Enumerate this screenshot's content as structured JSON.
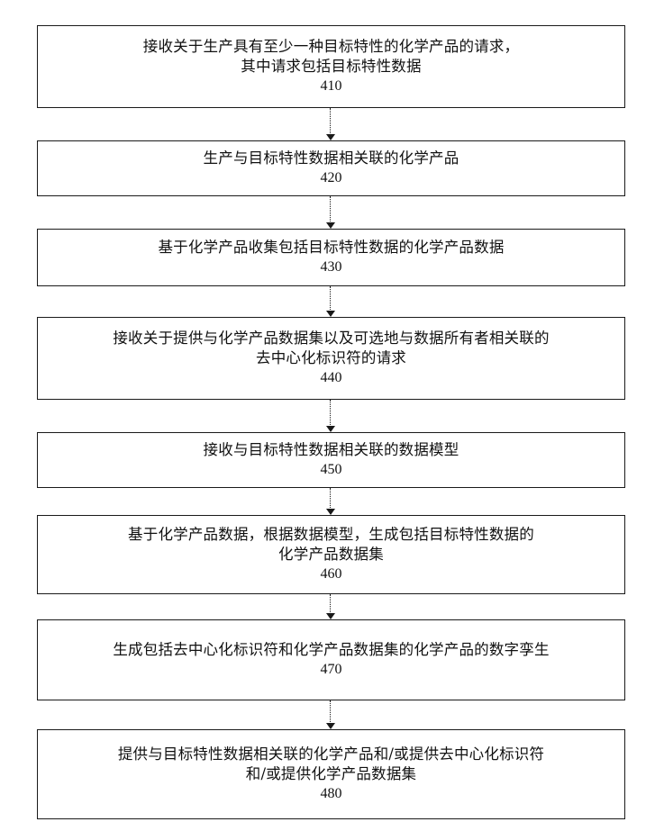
{
  "steps": [
    {
      "lines": [
        "接收关于生产具有至少一种目标特性的化学产品的请求，",
        "其中请求包括目标特性数据"
      ],
      "number": "410"
    },
    {
      "lines": [
        "生产与目标特性数据相关联的化学产品"
      ],
      "number": "420"
    },
    {
      "lines": [
        "基于化学产品收集包括目标特性数据的化学产品数据"
      ],
      "number": "430"
    },
    {
      "lines": [
        "接收关于提供与化学产品数据集以及可选地与数据所有者相关联的",
        "去中心化标识符的请求"
      ],
      "number": "440"
    },
    {
      "lines": [
        "接收与目标特性数据相关联的数据模型"
      ],
      "number": "450"
    },
    {
      "lines": [
        "基于化学产品数据，根据数据模型，生成包括目标特性数据的",
        "化学产品数据集"
      ],
      "number": "460"
    },
    {
      "lines": [
        "生成包括去中心化标识符和化学产品数据集的化学产品的数字孪生"
      ],
      "number": "470"
    },
    {
      "lines": [
        "提供与目标特性数据相关联的化学产品和/或提供去中心化标识符",
        "和/或提供化学产品数据集"
      ],
      "number": "480"
    }
  ]
}
